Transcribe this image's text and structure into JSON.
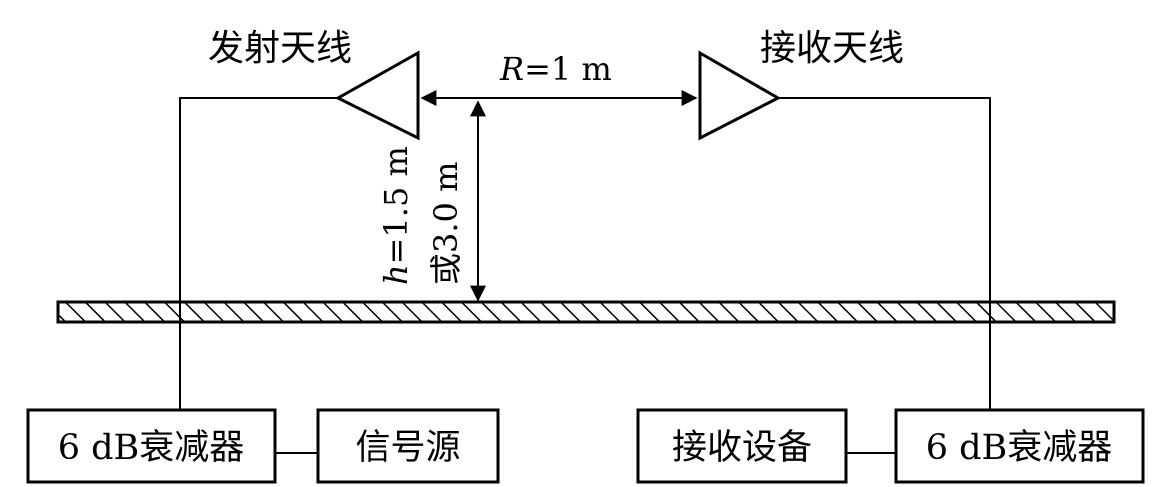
{
  "antennas": {
    "transmit_label": "发射天线",
    "receive_label": "接收天线"
  },
  "distance": {
    "symbol": "R",
    "value_text": "=1 m"
  },
  "height": {
    "symbol": "h",
    "value_text": "=1.5 m",
    "alt_text": "或3.0 m"
  },
  "boxes": {
    "attenuator_left": "6 dB衰减器",
    "signal_source": "信号源",
    "receiver_device": "接收设备",
    "attenuator_right": "6 dB衰减器"
  }
}
